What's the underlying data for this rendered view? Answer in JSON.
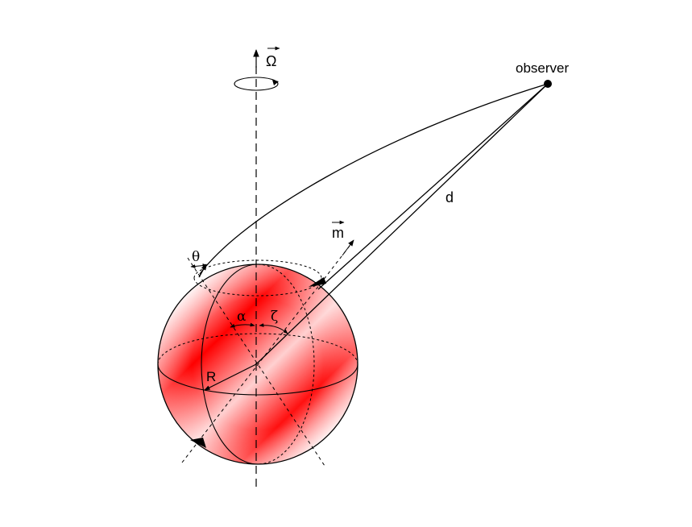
{
  "labels": {
    "omega": "Ω",
    "observer": "observer",
    "distance": "d",
    "magnetic_moment": "m",
    "theta": "θ",
    "alpha": "α",
    "zeta": "ζ",
    "radius": "R"
  },
  "colors": {
    "sphere_core": "#ff0000",
    "sphere_light": "#ffffff",
    "stroke": "#000000"
  }
}
